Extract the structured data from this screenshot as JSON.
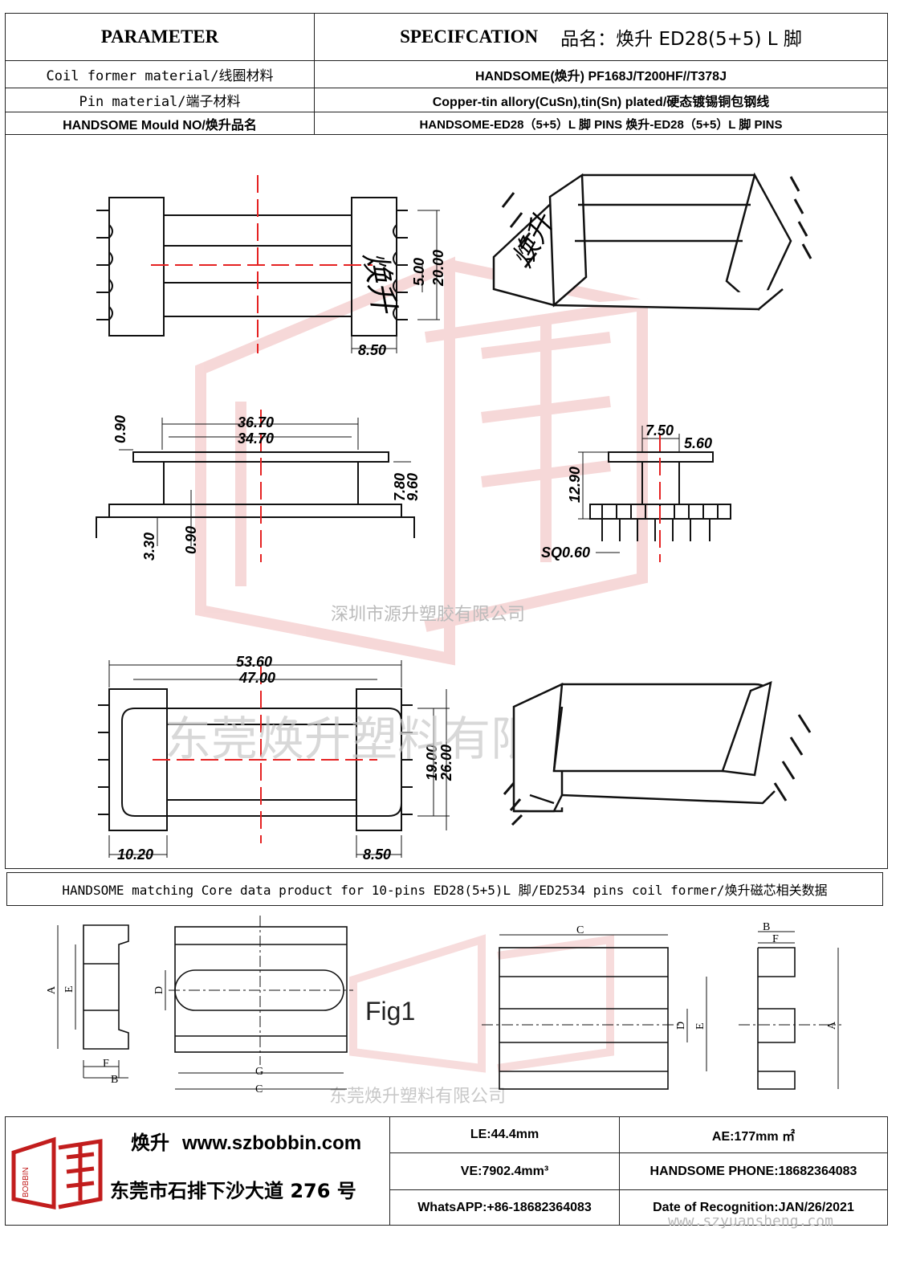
{
  "header": {
    "parameter_title": "PARAMETER",
    "spec_title": "SPECIFCATION",
    "product_name": "品名：焕升 ED28(5+5) L 脚",
    "rows": [
      {
        "label": "Coil former material/线圈材料",
        "value": "HANDSOME(焕升)   PF168J/T200HF//T378J"
      },
      {
        "label": "Pin material/端子材料",
        "value": "Copper-tin allory(CuSn),tin(Sn) plated/硬态镀锡铜包钢线"
      },
      {
        "label": "HANDSOME Mould NO/焕升品名",
        "value": "HANDSOME-ED28（5+5）L 脚 PINS  焕升-ED28（5+5）L 脚 PINS"
      }
    ]
  },
  "drawing": {
    "brand_mark": "焕升",
    "dimensions": {
      "top_width": "8.50",
      "top_pitch": "5.00",
      "top_height": "20.00",
      "side_outer": "36.70",
      "side_inner": "34.70",
      "side_flange": "0.90",
      "side_height_a": "7.80",
      "side_height_b": "9.60",
      "side_pin": "3.30",
      "side_base": "0.90",
      "end_a": "7.50",
      "end_b": "5.60",
      "end_height": "12.90",
      "pin_sq": "SQ0.60",
      "bottom_outer": "53.60",
      "bottom_inner": "47.00",
      "bottom_h_a": "19.00",
      "bottom_h_b": "26.00",
      "bottom_left": "10.20",
      "bottom_right": "8.50"
    },
    "watermark_a": "深圳市源升塑胶有限公司",
    "watermark_b": "东莞焕升塑料有限公司"
  },
  "core": {
    "caption": "HANDSOME matching Core data  product for 10-pins ED28(5+5)L 脚/ED2534 pins coil former/焕升磁芯相关数据",
    "fig_label": "Fig1",
    "letters": {
      "a": "A",
      "b": "B",
      "c": "C",
      "d": "D",
      "e": "E",
      "f": "F",
      "g": "G"
    },
    "watermark": "东莞焕升塑料有限公司"
  },
  "footer": {
    "brand": "焕升",
    "website": "www.szbobbin.com",
    "address": "东莞市石排下沙大道 276 号",
    "logo_text": "BOBBIN",
    "le": "LE:44.4mm",
    "ae": "AE:177mm ㎡",
    "ve": "VE:7902.4mm³",
    "phone": "HANDSOME PHONE:18682364083",
    "whatsapp": "WhatsAPP:+86-18682364083",
    "date": "Date of Recognition:JAN/26/2021",
    "url_watermark": "www.szyuansheng.com"
  },
  "colors": {
    "watermark": "#e9a3a3",
    "centerline": "#e52222",
    "line": "#111111"
  }
}
